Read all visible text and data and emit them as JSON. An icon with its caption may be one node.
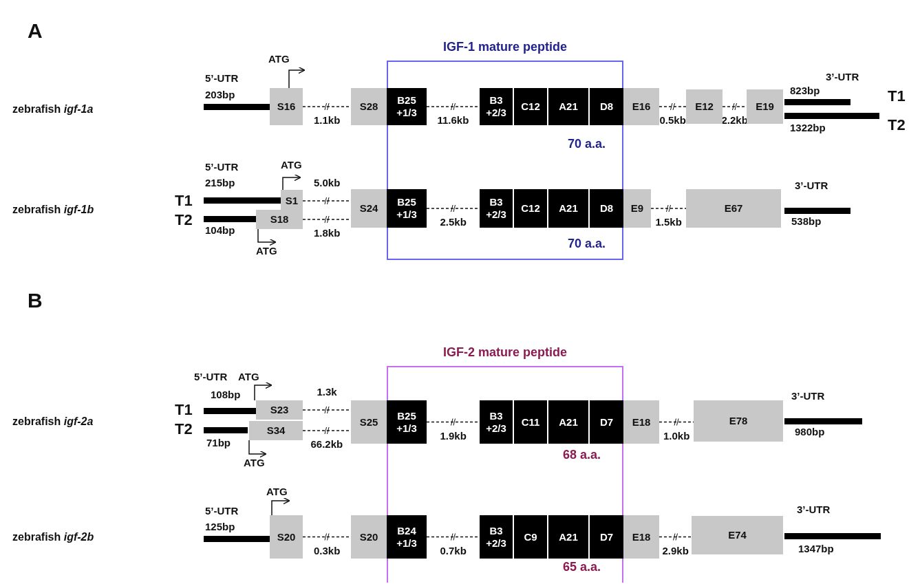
{
  "diagram": {
    "nodes": [
      {
        "text": [
          "IGF-1 mature peptide"
        ]
      },
      {
        "text": [],
        "shape": "bar",
        "beside": [
          "5’-UTR",
          "203bp"
        ]
      },
      {
        "text": [
          "S16"
        ]
      },
      {
        "text": [
          "S28"
        ]
      },
      {
        "text": [
          "B25 +1/3"
        ],
        "in": 0
      },
      {
        "text": [
          "B3 +2/3"
        ],
        "in": 0
      },
      {
        "text": [
          "C12"
        ],
        "in": 0
      },
      {
        "text": [
          "A21"
        ],
        "in": 0
      },
      {
        "text": [
          "D8"
        ],
        "in": 0
      },
      {
        "text": [
          "E16"
        ]
      },
      {
        "text": [
          "E12"
        ]
      },
      {
        "text": [
          "E19"
        ]
      },
      {
        "text": [],
        "shape": "bar",
        "beside": [
          "823bp"
        ]
      },
      {
        "text": [],
        "shape": "bar",
        "beside": [
          "1322bp"
        ]
      },
      {
        "text": [],
        "shape": "bar",
        "beside": [
          "5’-UTR",
          "215bp"
        ]
      },
      {
        "text": [
          "S1"
        ]
      },
      {
        "text": [],
        "shape": "bar",
        "beside": [
          "104bp"
        ]
      },
      {
        "text": [
          "S18"
        ]
      },
      {
        "text": [
          "S24"
        ]
      },
      {
        "text": [
          "B25 +1/3"
        ],
        "in": 0
      },
      {
        "text": [
          "B3 +2/3"
        ],
        "in": 0
      },
      {
        "text": [
          "C12"
        ],
        "in": 0
      },
      {
        "text": [
          "A21"
        ],
        "in": 0
      },
      {
        "text": [
          "D8"
        ],
        "in": 0
      },
      {
        "text": [
          "E9"
        ]
      },
      {
        "text": [
          "E67"
        ]
      },
      {
        "text": [],
        "shape": "bar",
        "beside": [
          "538bp"
        ]
      },
      {
        "text": [
          "IGF-2 mature peptide"
        ]
      },
      {
        "text": [],
        "shape": "bar",
        "beside": [
          "5’-UTR",
          "108bp"
        ]
      },
      {
        "text": [
          "S23"
        ]
      },
      {
        "text": [],
        "shape": "bar",
        "beside": [
          "71bp"
        ]
      },
      {
        "text": [
          "S34"
        ]
      },
      {
        "text": [
          "S25"
        ]
      },
      {
        "text": [
          "B25 +1/3"
        ],
        "in": 27
      },
      {
        "text": [
          "B3 +2/3"
        ],
        "in": 27
      },
      {
        "text": [
          "C11"
        ],
        "in": 27
      },
      {
        "text": [
          "A21"
        ],
        "in": 27
      },
      {
        "text": [
          "D7"
        ],
        "in": 27
      },
      {
        "text": [
          "E18"
        ]
      },
      {
        "text": [
          "E78"
        ]
      },
      {
        "text": [],
        "shape": "bar",
        "beside": [
          "980bp"
        ]
      },
      {
        "text": [],
        "shape": "bar",
        "beside": [
          "5’-UTR",
          "125bp"
        ]
      },
      {
        "text": [
          "S20"
        ]
      },
      {
        "text": [
          "S20"
        ]
      },
      {
        "text": [
          "B24 +1/3"
        ],
        "in": 27
      },
      {
        "text": [
          "B3 +2/3"
        ],
        "in": 27
      },
      {
        "text": [
          "C9"
        ],
        "in": 27
      },
      {
        "text": [
          "A21"
        ],
        "in": 27
      },
      {
        "text": [
          "D7"
        ],
        "in": 27
      },
      {
        "text": [
          "E18"
        ]
      },
      {
        "text": [
          "E74"
        ]
      },
      {
        "text": [],
        "shape": "bar",
        "beside": [
          "1347bp"
        ]
      }
    ],
    "edges": [
      {
        "from": 2,
        "to": 3,
        "arrow": "none",
        "style": "dashed",
        "label": "1.1kb"
      },
      {
        "from": 4,
        "to": 5,
        "arrow": "none",
        "style": "dashed",
        "label": "11.6kb"
      },
      {
        "from": 9,
        "to": 10,
        "arrow": "none",
        "style": "dashed",
        "label": "0.5kb"
      },
      {
        "from": 10,
        "to": 11,
        "arrow": "none",
        "style": "dashed",
        "label": "2.2kb"
      },
      {
        "from": 15,
        "to": 18,
        "arrow": "none",
        "style": "dashed",
        "label": "5.0kb"
      },
      {
        "from": 17,
        "to": 18,
        "arrow": "none",
        "style": "dashed",
        "label": "1.8kb"
      },
      {
        "from": 19,
        "to": 20,
        "arrow": "none",
        "style": "dashed",
        "label": "2.5kb"
      },
      {
        "from": 24,
        "to": 25,
        "arrow": "none",
        "style": "dashed",
        "label": "1.5kb"
      },
      {
        "from": 29,
        "to": 32,
        "arrow": "none",
        "style": "dashed",
        "label": "1.3k"
      },
      {
        "from": 31,
        "to": 32,
        "arrow": "none",
        "style": "dashed",
        "label": "66.2kb"
      },
      {
        "from": 33,
        "to": 34,
        "arrow": "none",
        "style": "dashed",
        "label": "1.9kb"
      },
      {
        "from": 38,
        "to": 39,
        "arrow": "none",
        "style": "dashed",
        "label": "1.0kb"
      },
      {
        "from": 42,
        "to": 43,
        "arrow": "none",
        "style": "dashed",
        "label": "0.3kb"
      },
      {
        "from": 44,
        "to": 45,
        "arrow": "none",
        "style": "dashed",
        "label": "0.7kb"
      },
      {
        "from": 49,
        "to": 50,
        "arrow": "none",
        "style": "dashed",
        "label": "2.9kb"
      }
    ],
    "labels": [
      "A",
      "zebrafish *igf-1a*",
      "ATG",
      "3’-UTR",
      "T1",
      "T2",
      "70 a.a.",
      "zebrafish *igf-1b*",
      "ATG",
      "3’-UTR",
      "T1",
      "T2",
      "ATG",
      "70 a.a.",
      "B",
      "zebrafish *igf-2a*",
      "ATG",
      "3’-UTR",
      "T1",
      "T2",
      "ATG",
      "68 a.a.",
      "zebrafish *igf-2b*",
      "ATG",
      "3’-UTR",
      "65 a.a."
    ]
  }
}
